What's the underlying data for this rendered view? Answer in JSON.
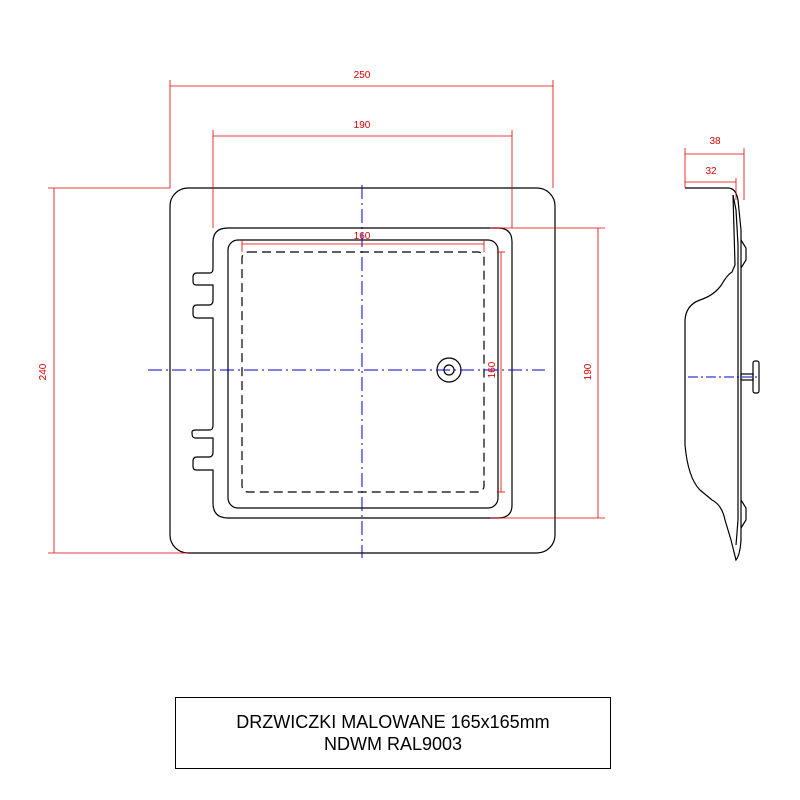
{
  "colors": {
    "outline": "#000000",
    "dimension": "#e00000",
    "centerline": "#0000cc"
  },
  "front_view": {
    "dimensions": {
      "overall_width": "250",
      "opening_width": "190",
      "inner_width": "160",
      "overall_height": "240",
      "opening_height": "190",
      "inner_height": "160"
    }
  },
  "side_view": {
    "dimensions": {
      "total_depth": "38",
      "body_depth": "32"
    }
  },
  "title_block": {
    "line1": "DRZWICZKI MALOWANE 165x165mm",
    "line2": "NDWM RAL9003"
  }
}
